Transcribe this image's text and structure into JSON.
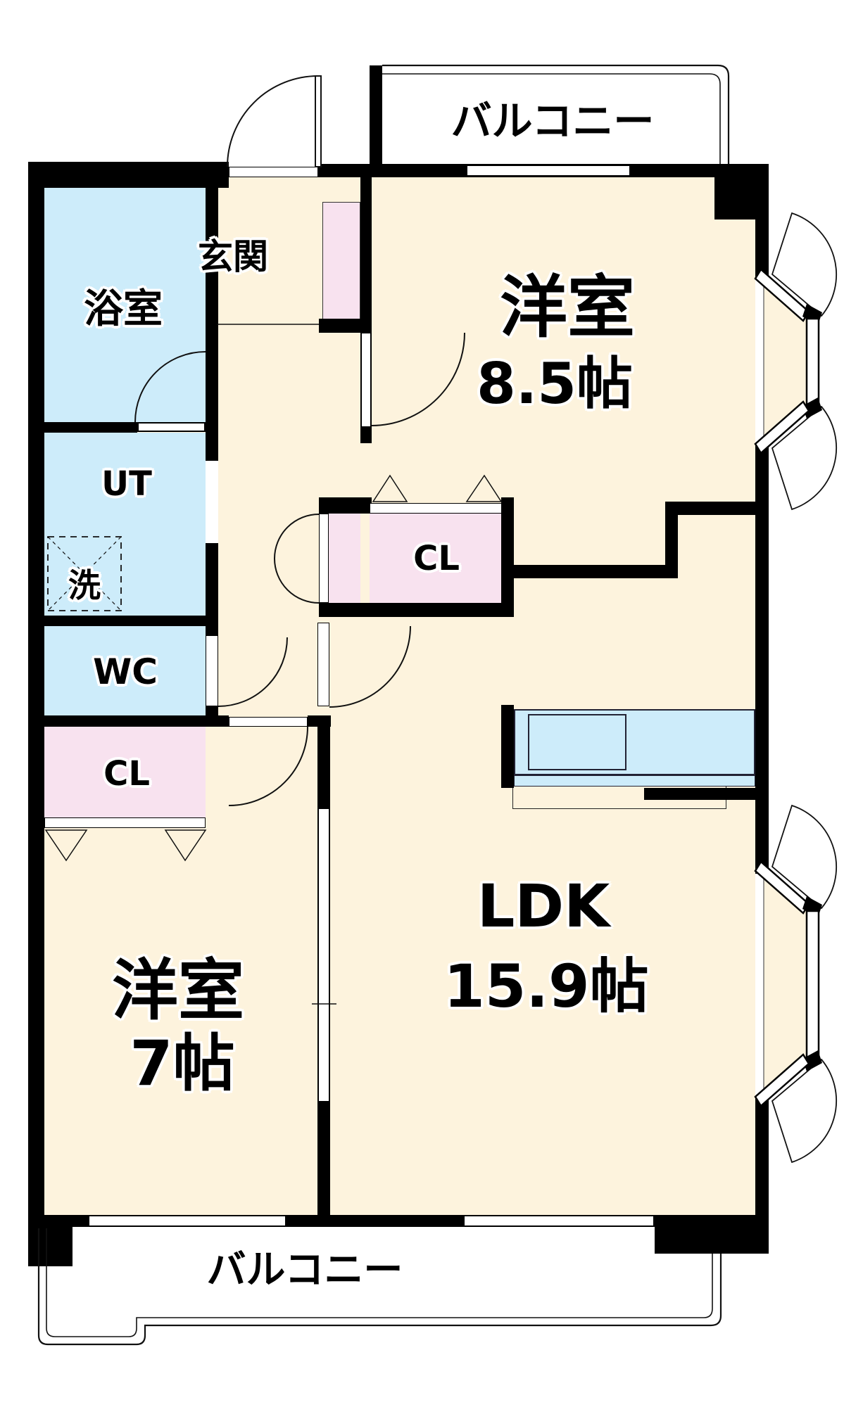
{
  "floorplan": {
    "type": "apartment-floor-plan",
    "balconies": {
      "top": "バルコニー",
      "bottom": "バルコニー"
    },
    "rooms": {
      "western1": {
        "name": "洋室",
        "size": "8.5帖"
      },
      "ldk": {
        "name": "LDK",
        "size": "15.9帖"
      },
      "western2": {
        "name": "洋室",
        "size": "7帖"
      },
      "bathroom": {
        "name": "浴室"
      },
      "utility": {
        "name": "UT"
      },
      "laundry": {
        "name": "洗"
      },
      "wc": {
        "name": "WC"
      },
      "genkan": {
        "name": "玄関"
      },
      "closet_hall": {
        "name": "CL"
      },
      "closet_bedroom": {
        "name": "CL"
      }
    },
    "colors": {
      "floor": "#fdf3dd",
      "wet_area": "#cdecfa",
      "closet": "#f8e2ef",
      "wall": "#000000",
      "background": "#ffffff"
    }
  }
}
